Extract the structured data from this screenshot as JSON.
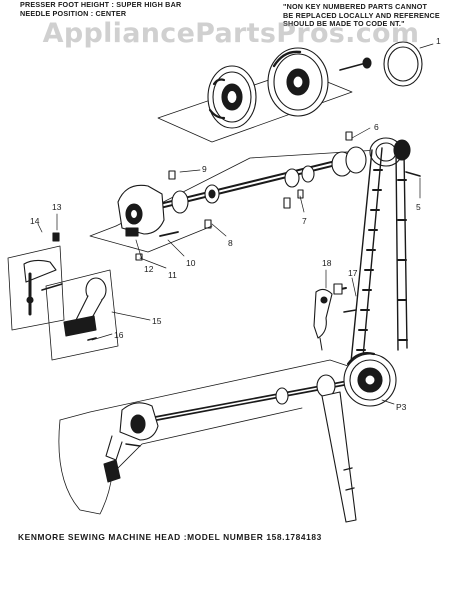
{
  "watermark": "AppliancePartsPros.com",
  "header_left": [
    "PRESSER FOOT HEIGHT : SUPER HIGH BAR",
    "NEEDLE POSITION : CENTER"
  ],
  "header_right": [
    "\"NON KEY NUMBERED PARTS CANNOT",
    "BE REPLACED LOCALLY AND REFERENCE",
    "SHOULD BE MADE TO CODE NT.\""
  ],
  "caption": "KENMORE SEWING MACHINE HEAD :MODEL NUMBER 158.1784183",
  "callouts": [
    "1",
    "5",
    "6",
    "7",
    "8",
    "9",
    "10",
    "11",
    "12",
    "13",
    "14",
    "15",
    "16",
    "17",
    "18",
    "P3"
  ],
  "colors": {
    "ink": "#1a1a1a",
    "paper": "#ffffff"
  }
}
